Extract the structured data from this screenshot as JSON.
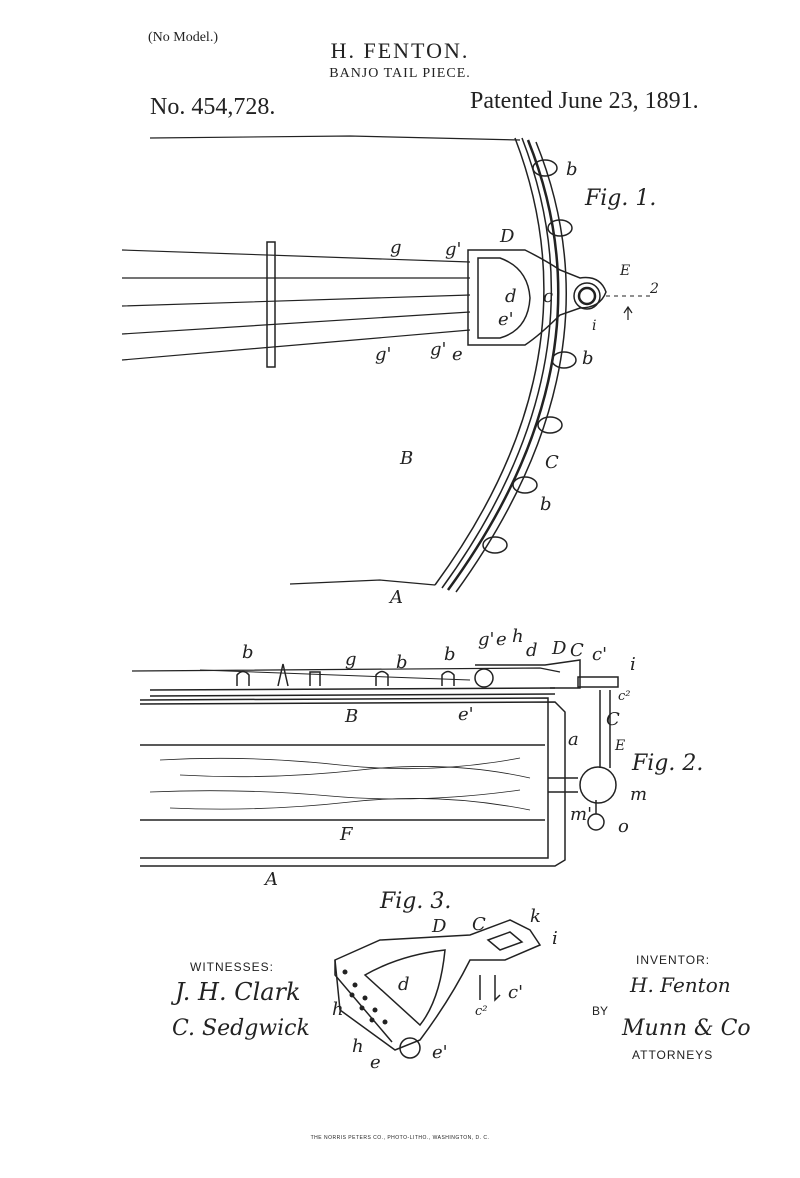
{
  "header": {
    "model_note": "(No Model.)",
    "inventor_name": "H. FENTON.",
    "title": "BANJO TAIL PIECE.",
    "patent_number": "No. 454,728.",
    "patent_date": "Patented June 23, 1891."
  },
  "figures": {
    "fig1": "Fig. 1.",
    "fig2": "Fig. 2.",
    "fig3": "Fig. 3."
  },
  "signatures": {
    "witnesses_label": "WITNESSES:",
    "witness_1": "J. H. Clark",
    "witness_2": "C. Sedgwick",
    "inventor_label": "INVENTOR:",
    "inventor_signature": "H. Fenton",
    "by_label": "BY",
    "attorney_signature": "Munn & Co",
    "attorneys_label": "ATTORNEYS"
  },
  "footer": {
    "printer": "THE NORRIS PETERS CO., PHOTO-LITHO., WASHINGTON, D. C."
  }
}
